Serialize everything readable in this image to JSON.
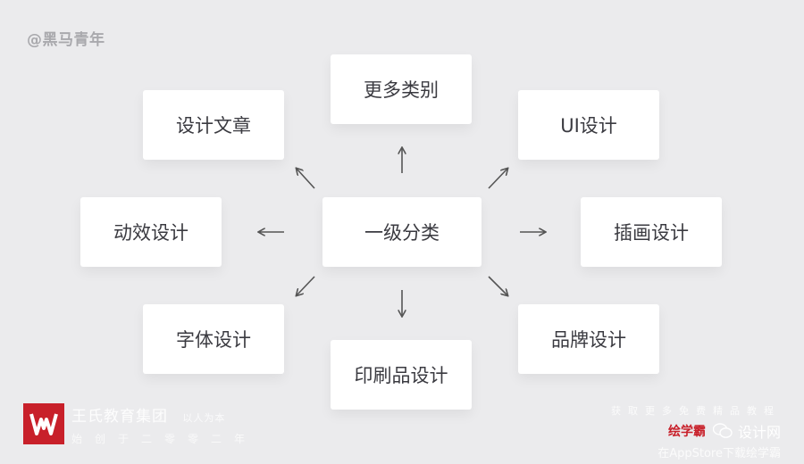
{
  "watermark": "@黑马青年",
  "center": "一级分类",
  "nodes": {
    "top": "更多类别",
    "top_left": "设计文章",
    "top_right": "UI设计",
    "left": "动效设计",
    "right": "插画设计",
    "bottom_left": "字体设计",
    "bottom": "印刷品设计",
    "bottom_right": "品牌设计"
  },
  "footer_left": {
    "title": "王氏教育集团",
    "slogan": "以人为本",
    "line2": "始创于二零零二年"
  },
  "footer_right": {
    "line1": "获取更多免费精品教程",
    "brand": "绘学霸",
    "wechat": "设计网",
    "line3": "在AppStore下载绘学霸"
  },
  "colors": {
    "background": "#ebebed",
    "node": "#ffffff",
    "text": "#3a3a40",
    "arrow": "#555555",
    "brand_red": "#c8202a"
  },
  "icons": [
    "arrow-icon",
    "wechat-icon",
    "logo-icon"
  ]
}
